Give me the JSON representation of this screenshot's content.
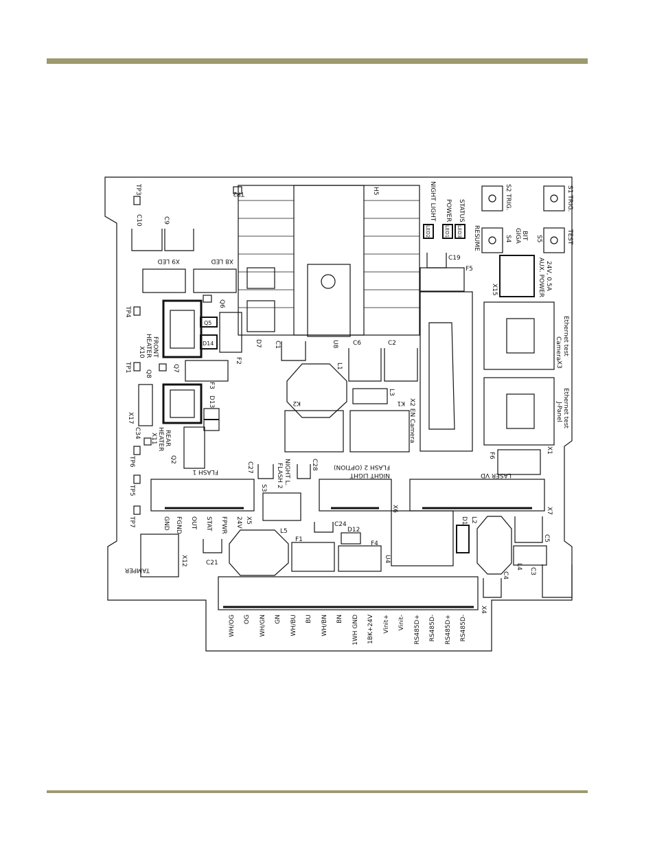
{
  "labels": {
    "TP2": "TP2",
    "H5": "H5",
    "TP3": "TP3",
    "NIGHT_LIGHT": "NIGHT LIGHT",
    "POWER": "POWER",
    "STATUS": "STATUS",
    "LED2": "LED2",
    "LED1": "LED1",
    "LED3": "LED3",
    "S2": "S2 TRIG.",
    "S1": "S1 TRIG.",
    "RESUME": "RESUME",
    "S4": "S4",
    "GIGA": "GIGA",
    "BIT": "BIT",
    "S5": "S5",
    "TEST": "TEST",
    "C10": "C10",
    "C9": "C9",
    "C19": "C19",
    "F5": "F5",
    "X9": "X9 LED",
    "X8": "X8 LED",
    "X15": "X15",
    "AUX1": "AUX. POWER",
    "AUX2": "24V, 0.5A",
    "TP4": "TP4",
    "Q6": "Q6",
    "Q5": "Q5",
    "D14": "D14",
    "X10": "X10",
    "HEATER_F": "HEATER",
    "FRONT": "FRONT",
    "F2": "F2",
    "D7": "D7",
    "C1": "C1",
    "U8": "U8",
    "C6": "C6",
    "C2": "C2",
    "L1": "L1",
    "X3": "X3",
    "CAM1": "Camera",
    "CAM2": "Ethernet test",
    "TP1": "TP1",
    "Q8": "Q8",
    "Q7": "Q7",
    "F3": "F3",
    "D13": "D13",
    "K2": "K2",
    "K1": "K1",
    "L3": "L3",
    "X2": "X2 EN Camera",
    "X17": "X17",
    "C34": "C34",
    "X11": "X11",
    "HEATER_R": "HEATER",
    "REAR": "REAR",
    "Q2": "Q2",
    "TP6": "TP6",
    "JP1": "J-Panel",
    "JP2": "Ethernet test",
    "X1": "X1",
    "F6": "F6",
    "FLASH1": "FLASH 1",
    "C27": "C27",
    "FLASH2": "FLASH 2",
    "NIGHTL": "NIGHT L.",
    "C28": "C28",
    "NL": "NIGHT LIGHT",
    "FL2OPT": "FLASH 2 (OPTION)",
    "LASER": "LASER VD",
    "TP5": "TP5",
    "TP7": "TP7",
    "GND": "GND",
    "FGND": "FGND",
    "OUT": "OUT",
    "STAT": "STAT",
    "FPWR": "FPWR",
    "V24": "24V",
    "X5": "X5",
    "S3": "S3",
    "X6": "X6",
    "X7": "X7",
    "D1": "D1",
    "L2": "L2",
    "L5": "L5",
    "C24": "C24",
    "D12": "D12",
    "F1": "F1",
    "F4": "F4",
    "U4": "U4",
    "C5": "C5",
    "C3": "C3",
    "C4": "C4",
    "L4": "L4",
    "X12": "X12",
    "C21": "C21",
    "TAMPER": "TAMPER",
    "X4": "X4"
  },
  "wires": [
    "WH/OG",
    "OG",
    "WH/GN",
    "GN",
    "WH/BU",
    "BU",
    "WH/BN",
    "BN",
    "1WH GND",
    "1BK+24V",
    "Vinit+",
    "Vinit-",
    "RS485D+",
    "RS485D-",
    "RS485D+",
    "RS485D-"
  ]
}
